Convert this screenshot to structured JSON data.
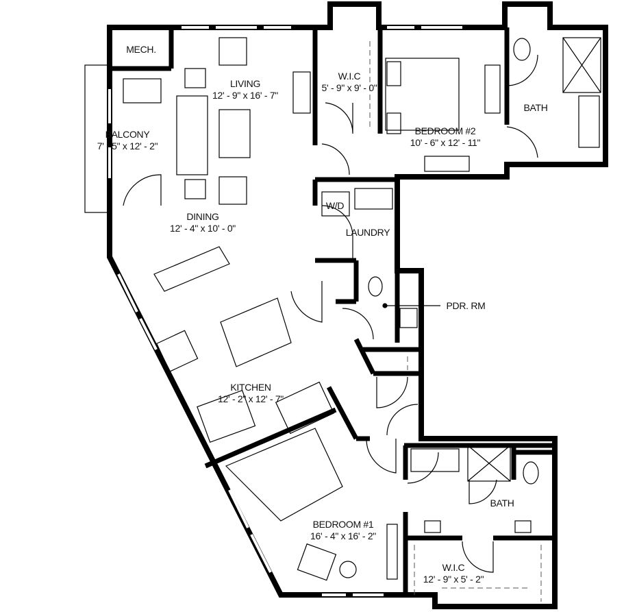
{
  "rooms": {
    "mech": {
      "name": "MECH."
    },
    "living": {
      "name": "LIVING",
      "size": "12' - 9\" x 16' - 7\""
    },
    "balcony": {
      "name": "BALCONY",
      "size": "7' - 5\" x 12' - 2\""
    },
    "wic2": {
      "name": "W.I.C",
      "size": "5' - 9\" x 9' - 0\""
    },
    "bedroom2": {
      "name": "BEDROOM #2",
      "size": "10' - 6\" x 12' - 11\""
    },
    "bath2": {
      "name": "BATH"
    },
    "wd": {
      "name": "W/D"
    },
    "laundry": {
      "name": "LAUNDRY"
    },
    "dining": {
      "name": "DINING",
      "size": "12' - 4\" x 10' - 0\""
    },
    "pdr": {
      "name": "PDR. RM"
    },
    "kitchen": {
      "name": "KITCHEN",
      "size": "12' - 2\" x 12' - 7\""
    },
    "bedroom1": {
      "name": "BEDROOM #1",
      "size": "16' - 4\" x 16' - 2\""
    },
    "bath1": {
      "name": "BATH"
    },
    "wic1": {
      "name": "W.I.C",
      "size": "12' - 9\" x 5' - 2\""
    }
  }
}
